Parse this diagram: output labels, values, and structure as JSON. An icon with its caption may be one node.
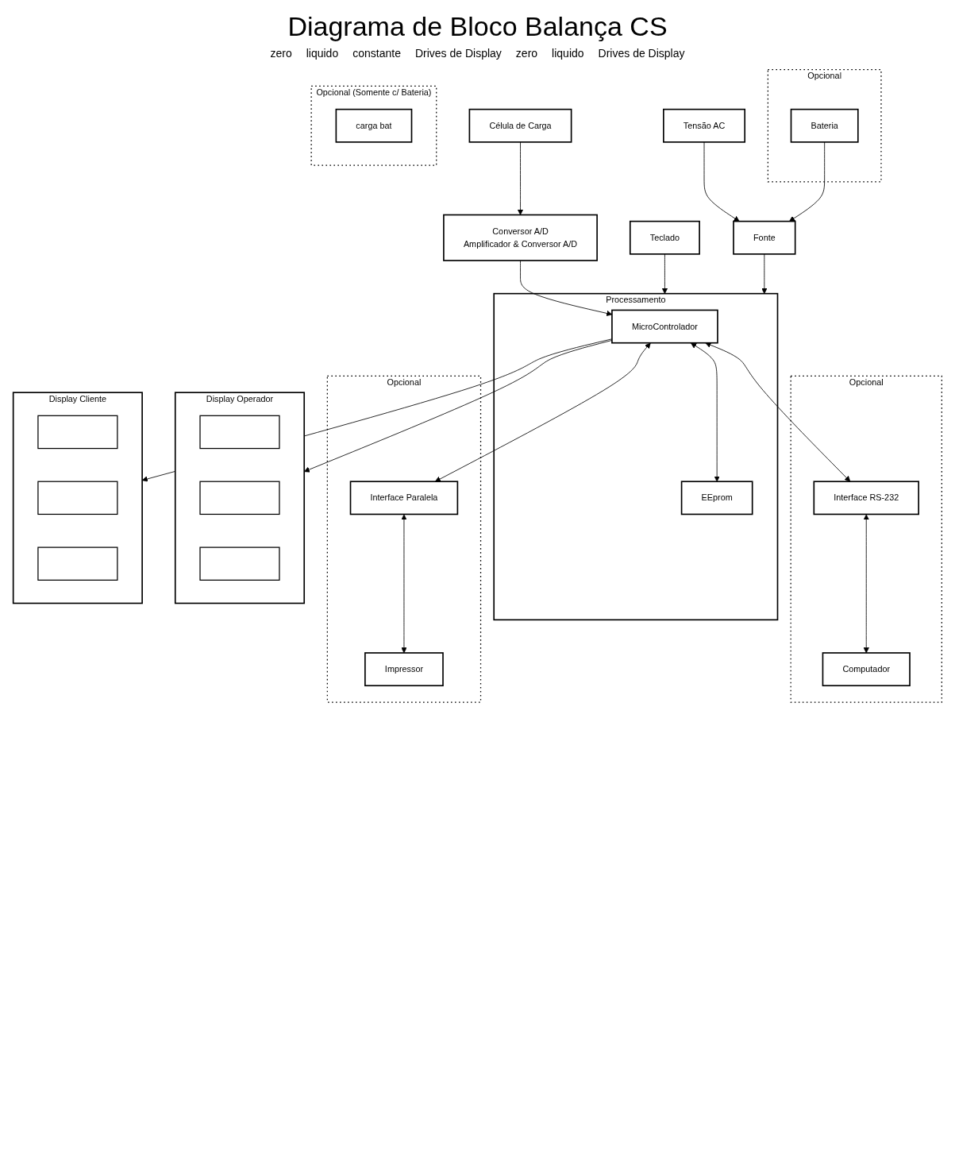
{
  "diagram": {
    "title": "Diagrama de Bloco Balança CS",
    "nodes": [
      {
        "text": [
          "Célula de Carga"
        ]
      },
      {
        "text": [
          "Conversor A/D",
          "Amplificador & Conversor A/D"
        ]
      },
      {
        "text": [
          "Processamento"
        ]
      },
      {
        "text": [
          "MicroControlador"
        ],
        "in": 2
      },
      {
        "text": [
          "EEprom"
        ],
        "in": 2
      },
      {
        "text": [
          "Opcional"
        ]
      },
      {
        "text": [
          "Interface RS-232"
        ],
        "in": 5
      },
      {
        "text": [
          "Computador"
        ],
        "in": 5
      },
      {
        "text": [
          "Opcional"
        ]
      },
      {
        "text": [
          "Interface Paralela"
        ],
        "in": 8
      },
      {
        "text": [
          "Impressor"
        ],
        "in": 8
      },
      {
        "text": [
          "Teclado"
        ]
      },
      {
        "text": [
          "Fonte"
        ]
      },
      {
        "text": [
          "Tensão AC"
        ]
      },
      {
        "text": [
          "Opcional"
        ]
      },
      {
        "text": [
          "Bateria"
        ],
        "in": 14
      },
      {
        "text": [
          "Display Operador"
        ]
      },
      {
        "text": [],
        "shape": "box",
        "in": 16
      },
      {
        "text": [],
        "shape": "box",
        "in": 16
      },
      {
        "text": [],
        "shape": "box",
        "in": 16
      },
      {
        "text": [
          "Display Cliente"
        ]
      },
      {
        "text": [],
        "shape": "box",
        "in": 20
      },
      {
        "text": [],
        "shape": "box",
        "in": 20
      },
      {
        "text": [],
        "shape": "box",
        "in": 20
      },
      {
        "text": [
          "Opcional (Somente c/ Bateria)"
        ]
      },
      {
        "text": [
          "carga bat"
        ],
        "in": 24
      }
    ],
    "edges": [
      {
        "from": 0,
        "to": 1,
        "arrow": "to"
      },
      {
        "from": 1,
        "to": 3,
        "arrow": "to"
      },
      {
        "from": 3,
        "to": 16,
        "arrow": "to"
      },
      {
        "from": 3,
        "to": 20,
        "arrow": "to"
      },
      {
        "from": 3,
        "to": 4,
        "arrow": "both"
      },
      {
        "from": 3,
        "to": 6,
        "arrow": "both"
      },
      {
        "from": 3,
        "to": 9,
        "arrow": "both"
      },
      {
        "from": 6,
        "to": 7,
        "arrow": "both"
      },
      {
        "from": 9,
        "to": 10,
        "arrow": "both"
      },
      {
        "from": 11,
        "to": 2,
        "arrow": "to"
      },
      {
        "from": 13,
        "to": 12,
        "arrow": "to"
      },
      {
        "from": 15,
        "to": 12,
        "arrow": "to"
      },
      {
        "from": 12,
        "to": 2,
        "arrow": "to"
      }
    ],
    "labels": [
      "zero",
      "liquido",
      "constante",
      "Drives de Display",
      "zero",
      "liquido",
      "Drives de Display"
    ]
  }
}
